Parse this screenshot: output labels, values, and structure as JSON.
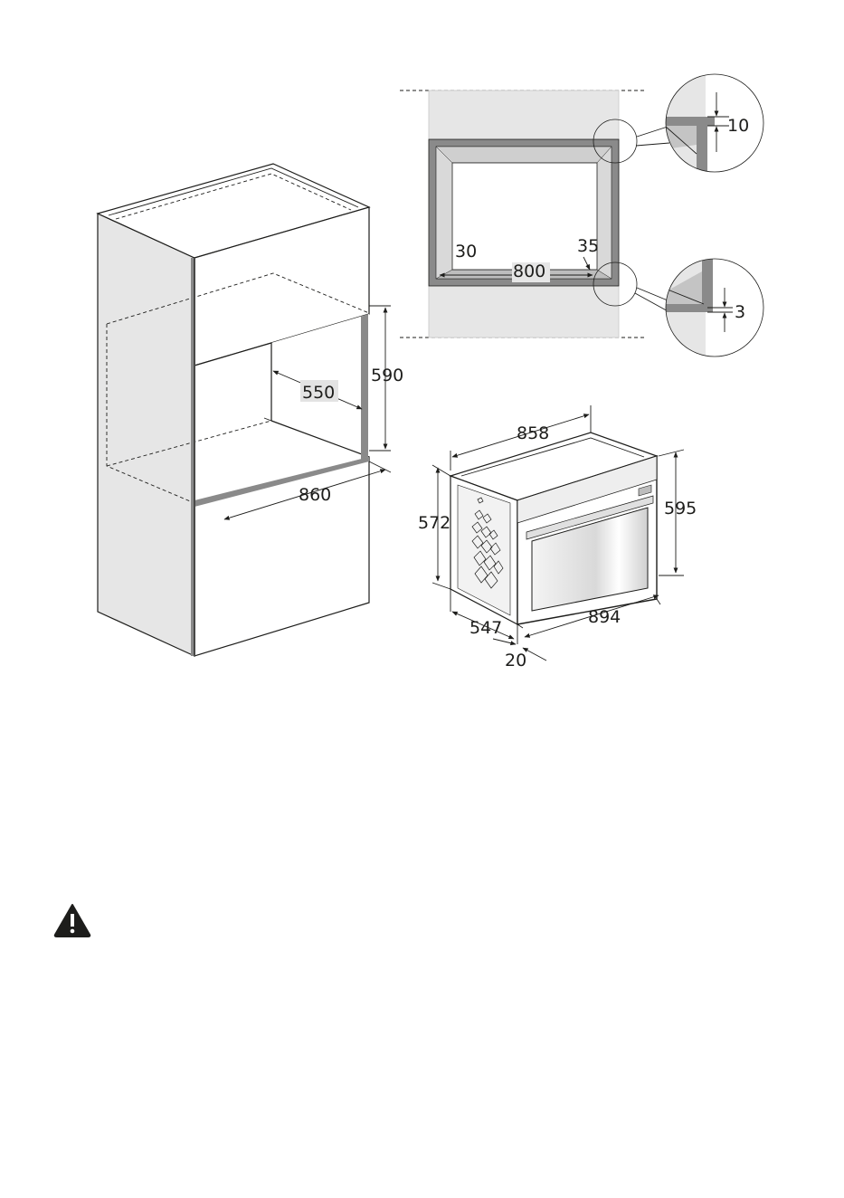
{
  "cabinet": {
    "dims": {
      "depth": "550",
      "height": "590",
      "width": "860"
    }
  },
  "niche_front": {
    "dims": {
      "side_gap": "30",
      "corner_gap": "35",
      "opening_width": "800"
    },
    "detail_top": {
      "dim": "10"
    },
    "detail_bottom": {
      "dim": "3"
    }
  },
  "oven": {
    "dims": {
      "top_width": "858",
      "front_height": "595",
      "body_height": "572",
      "depth": "547",
      "front_width": "894",
      "door_depth": "20"
    }
  },
  "warning": {
    "icon": "warning-triangle-icon"
  },
  "colors": {
    "ink": "#1d1d1b",
    "panel_gray": "#e6e6e6",
    "frame_gray": "#8a8a8a",
    "highlight_box": "#e3e3e3"
  }
}
